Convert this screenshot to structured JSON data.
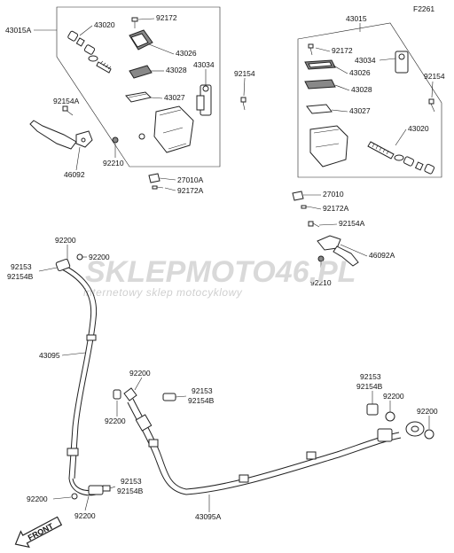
{
  "figure_code": "F2261",
  "watermark": {
    "brand_a": "SKLEP",
    "brand_b": "MOTO",
    "brand_c": "46",
    "brand_d": ".PL",
    "tagline": "internetowy sklep motocyklowy"
  },
  "front_marker": "FRONT",
  "labels": {
    "l_43015A": "43015A",
    "l_43020_left": "43020",
    "l_92172_left": "92172",
    "l_43026_left": "43026",
    "l_43028_left": "43028",
    "l_43034_left": "43034",
    "l_43027_left": "43027",
    "l_92154A_left": "92154A",
    "l_92210_left": "92210",
    "l_46092": "46092",
    "l_27010A": "27010A",
    "l_92172A_left": "92172A",
    "l_92154_mid": "92154",
    "l_43015": "43015",
    "l_92172_right": "92172",
    "l_43034_right": "43034",
    "l_43026_right": "43026",
    "l_43028_right": "43028",
    "l_43027_right": "43027",
    "l_92154_right": "92154",
    "l_43020_right": "43020",
    "l_27010": "27010",
    "l_92172A_right": "92172A",
    "l_92154A_right": "92154A",
    "l_46092A": "46092A",
    "l_92210_right": "92210",
    "l_92200_a": "92200",
    "l_92200_b": "92200",
    "l_92153_a": "92153",
    "l_92154B_a": "92154B",
    "l_43095": "43095",
    "l_92200_c": "92200",
    "l_92200_d": "92200",
    "l_92153_b": "92153",
    "l_92154B_b": "92154B",
    "l_92153_c": "92153",
    "l_92154B_c": "92154B",
    "l_92200_e": "92200",
    "l_92200_f": "92200",
    "l_92200_g": "92200",
    "l_92153_d": "92153",
    "l_92154B_d": "92154B",
    "l_92200_h": "92200",
    "l_43095A": "43095A"
  }
}
